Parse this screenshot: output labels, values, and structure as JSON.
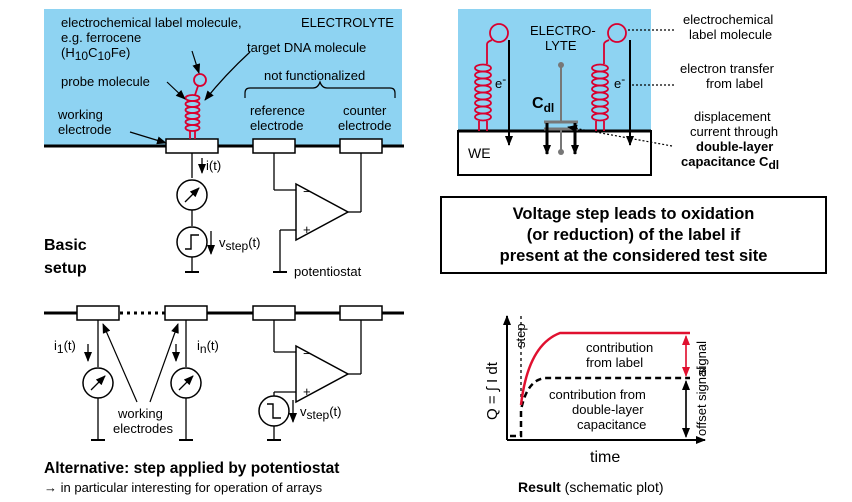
{
  "top_left": {
    "electrolyte": "ELECTROLYTE",
    "label_molecule_line1": "electrochemical label molecule,",
    "label_molecule_line2": "e.g. ferrocene",
    "formula_open": "(H",
    "formula_h_sub": "10",
    "formula_c": "C",
    "formula_c_sub": "10",
    "formula_close": "Fe)",
    "probe_molecule": "probe molecule",
    "target_dna": "target DNA molecule",
    "not_functionalized": "not functionalized",
    "working_electrode_line1": "working",
    "working_electrode_line2": "electrode",
    "reference_electrode_line1": "reference",
    "reference_electrode_line2": "electrode",
    "counter_electrode_line1": "counter",
    "counter_electrode_line2": "electrode",
    "current_label": "i(t)",
    "vstep_v": "v",
    "vstep_sub": "step",
    "vstep_t": "(t)",
    "minus": "−",
    "plus": "+",
    "potentiostat": "potentiostat",
    "basic_line1": "Basic",
    "basic_line2": "setup"
  },
  "bottom_left": {
    "i1_i": "i",
    "i1_sub": "1",
    "i1_t": "(t)",
    "in_i": "i",
    "in_sub": "n",
    "in_t": "(t)",
    "working_electrodes_line1": "working",
    "working_electrodes_line2": "electrodes",
    "vstep_v": "v",
    "vstep_sub": "step",
    "vstep_t": "(t)",
    "minus": "−",
    "plus": "+",
    "alternative_title": "Alternative: step applied by potentiostat",
    "alternative_sub": "→ in particular interesting for operation of arrays"
  },
  "top_right": {
    "electrolyte_line1": "ELECTRO-",
    "electrolyte_line2": "LYTE",
    "electron_left": "e",
    "electron_right": "e",
    "electron_sup": "-",
    "cdl_c": "C",
    "cdl_sub": "dl",
    "we": "WE",
    "label_molecule_line1": "electrochemical",
    "label_molecule_line2": "label molecule",
    "transfer_line1": "electron transfer",
    "transfer_line2": "from label",
    "displacement_line1": "displacement",
    "displacement_line2": "current through",
    "displacement_line3": "double-layer",
    "displacement_line4": "capacitance C",
    "displacement_sub": "dl"
  },
  "message_box": {
    "line1": "Voltage step leads to oxidation",
    "line2": "(or reduction) of the label if",
    "line3": "present at the considered test site"
  },
  "result_plot": {
    "y_axis_label": "Q = ∫ I dt",
    "x_axis_label": "time",
    "step_label": "step",
    "contribution_label_line1": "contribution",
    "contribution_label_line2": "from label",
    "contribution_dl_line1": "contribution from",
    "contribution_dl_line2": "double-layer",
    "contribution_dl_line3": "capacitance",
    "signal": "signal",
    "offset_signal": "offset signal",
    "result_bold": "Result",
    "result_rest": " (schematic plot)"
  },
  "colors": {
    "electrolyte": "#8ed3f2",
    "dna": "#d9002f",
    "signal_curve": "#e0102f",
    "electrode_bar": "#000000"
  }
}
